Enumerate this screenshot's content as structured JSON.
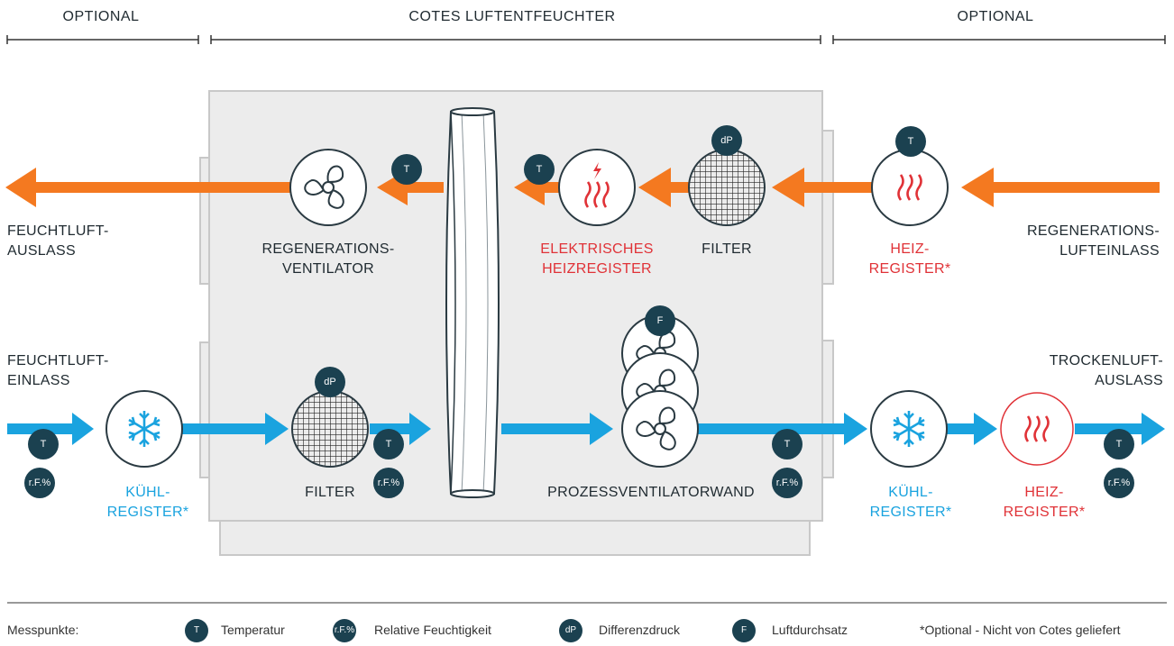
{
  "headers": {
    "left": "OPTIONAL",
    "center": "COTES LUFTENTFEUCHTER",
    "right": "OPTIONAL"
  },
  "labels": {
    "wet_outlet": [
      "FEUCHTLUFT-",
      "AUSLASS"
    ],
    "regen_fan": [
      "REGENERATIONS-",
      "VENTILATOR"
    ],
    "electric_heater": [
      "ELEKTRISCHES",
      "HEIZREGISTER"
    ],
    "regen_filter": "FILTER",
    "regen_heater": [
      "HEIZ-",
      "REGISTER*"
    ],
    "regen_inlet": [
      "REGENERATIONS-",
      "LUFTEINLASS"
    ],
    "wet_inlet": [
      "FEUCHTLUFT-",
      "EINLASS"
    ],
    "dry_outlet": [
      "TROCKENLUFT-",
      "AUSLASS"
    ],
    "cooler_left": [
      "KÜHL-",
      "REGISTER*"
    ],
    "process_filter": "FILTER",
    "process_fan_wall": "PROZESSVENTILATORWAND",
    "cooler_right": [
      "KÜHL-",
      "REGISTER*"
    ],
    "heater_right": [
      "HEIZ-",
      "REGISTER*"
    ]
  },
  "badges": {
    "t": "T",
    "rf": "r.F.%",
    "dp": "dP",
    "f": "F"
  },
  "legend": {
    "title": "Messpunkte:",
    "temperature": "Temperatur",
    "humidity": "Relative Feuchtigkeit",
    "pressure": "Differenzdruck",
    "flow": "Luftdurchsatz",
    "note": "*Optional - Nicht von Cotes geliefert"
  },
  "colors": {
    "orange": "#f47920",
    "blue": "#1aa3df",
    "red": "#e03237",
    "navy": "#1b4150",
    "box": "#ececec",
    "box_border": "#c8c8c8"
  },
  "icons": [
    "fan-icon",
    "heater-icon",
    "electric-heater-icon",
    "filter-grid-icon",
    "snowflake-icon",
    "desiccant-wheel-icon"
  ]
}
